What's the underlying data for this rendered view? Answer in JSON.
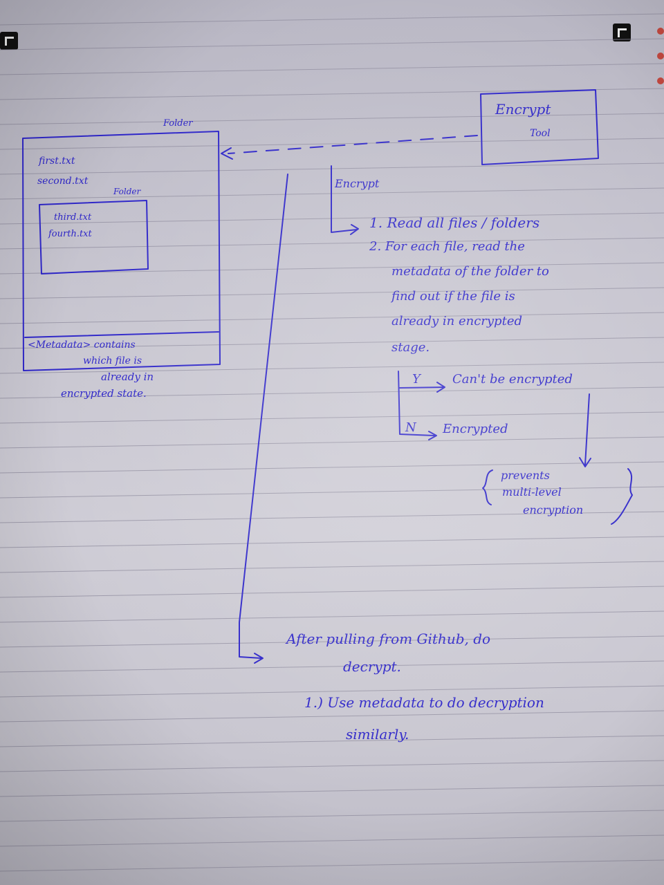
{
  "sketch": {
    "folder_label": "Folder",
    "files": [
      "first.txt",
      "second.txt"
    ],
    "inner_folder_label": "Folder",
    "inner_files": [
      "third.txt",
      "fourth.txt"
    ],
    "metadata_line1": "<Metadata> contains",
    "metadata_line2": "which file is",
    "metadata_line3": "already in",
    "metadata_line4": "encrypted state."
  },
  "tool": {
    "title": "Encrypt",
    "subtitle": "Tool"
  },
  "encrypt_flow": {
    "heading": "Encrypt",
    "step1": "1. Read all files / folders",
    "step2_line1": "2. For each file, read the",
    "step2_line2": "metadata of the folder to",
    "step2_line3": "find out if the file is",
    "step2_line4": "already in encrypted",
    "step2_line5": "stage.",
    "yes_label": "Y",
    "yes_result": "Can't be encrypted",
    "no_label": "N",
    "no_result": "Encrypted",
    "note_line1": "prevents",
    "note_line2": "multi-level",
    "note_line3": "encryption"
  },
  "decrypt_flow": {
    "line1": "After pulling from Github, do",
    "line2": "decrypt.",
    "step1_line1": "1.) Use metadata to do decryption",
    "step1_line2": "similarly."
  },
  "colors": {
    "ink": "#2f27c9",
    "paper": "#c9c7d1",
    "rule_line": "#8f8c9e",
    "spiral": "#c2483f"
  }
}
